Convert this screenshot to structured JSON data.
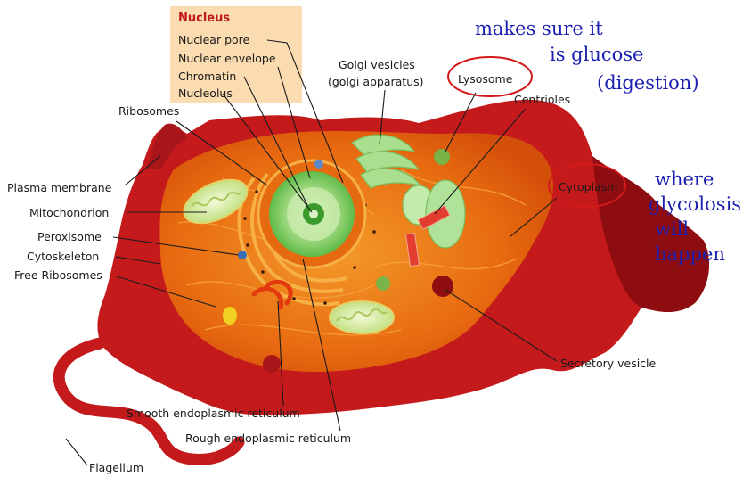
{
  "colors": {
    "membrane": "#c41a1c",
    "membrane_dark": "#8e0d10",
    "cytoplasm": "#e86a10",
    "nucleus_box": "#fbdcb0",
    "nucleus_title": "#c0191b",
    "organelle_green": "#b6e29b",
    "handwriting": "#1b1fb0",
    "circle": "#d21a1a"
  },
  "nucleus_box": {
    "title": "Nucleus",
    "items": [
      "Nuclear pore",
      "Nuclear envelope",
      "Chromatin",
      "Nucleolus"
    ]
  },
  "labels": {
    "ribosomes": "Ribosomes",
    "plasma_membrane": "Plasma membrane",
    "mitochondrion": "Mitochondrion",
    "peroxisome": "Peroxisome",
    "cytoskeleton": "Cytoskeleton",
    "free_ribosomes": "Free Ribosomes",
    "golgi_line1": "Golgi vesicles",
    "golgi_line2": "(golgi apparatus)",
    "lysosome": "Lysosome",
    "centrioles": "Centrioles",
    "cytoplasm": "Cytoplasm",
    "secretory_vesicle": "Secretory vesicle",
    "smooth_er": "Smooth endoplasmic reticulum",
    "rough_er": "Rough endoplasmic reticulum",
    "flagellum": "Flagellum"
  },
  "annotations": {
    "lysosome_note": [
      "makes sure it",
      "is glucose",
      "(digestion)"
    ],
    "cytoplasm_note": [
      "where",
      "glycolosis",
      "will",
      "happen"
    ]
  }
}
